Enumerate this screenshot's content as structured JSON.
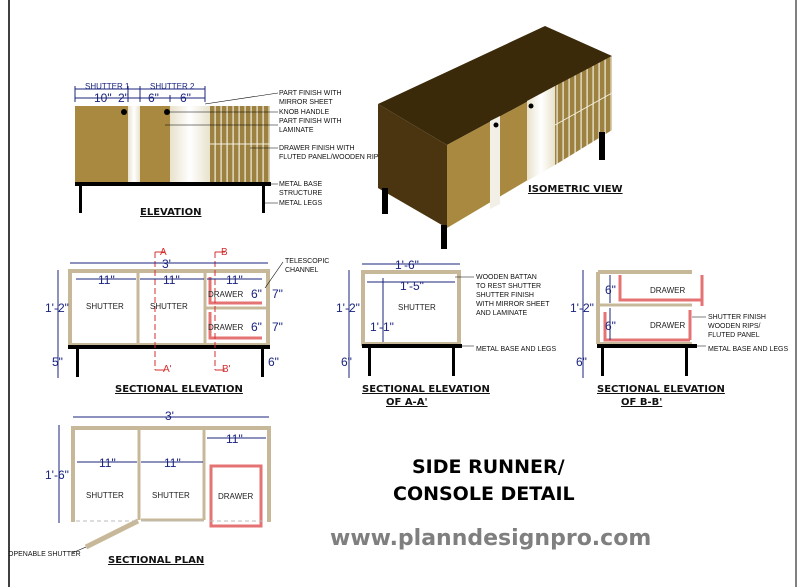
{
  "colors": {
    "laminate": "#a8893f",
    "mirror": "#f2efe6",
    "fluted": "#9c8140",
    "iso_top": "#3b2a0a",
    "iso_side": "#4a3510",
    "metal": "#000000",
    "dimension": "#1a237e",
    "section_line": "#d32f2f",
    "drawer": "#e57373"
  },
  "watermark": "www.planndesignpro.com",
  "elevation": {
    "title": "ELEVATION",
    "dims": {
      "shutter1": "SHUTTER 1",
      "shutter2": "SHUTTER 2",
      "d1": "10\"",
      "d2": "2\"",
      "d3": "6\"",
      "d4": "6\""
    },
    "notes": [
      "PART FINISH WITH",
      "MIRROR SHEET",
      "KNOB HANDLE",
      "PART FINISH WITH",
      "LAMINATE",
      "DRAWER FINISH WITH",
      "FLUTED PANEL/WOODEN RIPS",
      "METAL BASE",
      "STRUCTURE",
      "METAL LEGS"
    ]
  },
  "isometric": {
    "title": "ISOMETRIC VIEW"
  },
  "sectional_elevation": {
    "title": "SECTIONAL ELEVATION",
    "overall_width": "3'",
    "height": "1'-2\"",
    "base_left": "5\"",
    "base_right": "6\"",
    "bay_widths": [
      "11\"",
      "11\"",
      "11\""
    ],
    "labels": [
      "SHUTTER",
      "SHUTTER",
      "DRAWER",
      "DRAWER"
    ],
    "drawer_dims": [
      "6\"",
      "7\"",
      "6\"",
      "7\""
    ],
    "section_marks": [
      "A",
      "A'",
      "B",
      "B'"
    ],
    "notes": [
      "TELESCOPIC",
      "CHANNEL"
    ]
  },
  "section_aa": {
    "title": [
      "SECTIONAL ELEVATION",
      "OF A-A'"
    ],
    "depth": "1'-6\"",
    "inner_depth": "1'-5\"",
    "height": "1'-2\"",
    "inner_height": "1'-1\"",
    "base": "6\"",
    "label": "SHUTTER",
    "notes": [
      "WOODEN BATTAN",
      "TO REST SHUTTER",
      "SHUTTER FINISH",
      "WITH MIRROR SHEET",
      "AND LAMINATE",
      "METAL BASE AND LEGS"
    ]
  },
  "section_bb": {
    "title": [
      "SECTIONAL ELEVATION",
      "OF B-B'"
    ],
    "height": "1'-2\"",
    "drawer_heights": [
      "6\"",
      "6\""
    ],
    "base": "6\"",
    "labels": [
      "DRAWER",
      "DRAWER"
    ],
    "notes": [
      "SHUTTER FINISH",
      "WOODEN RIPS/",
      "FLUTED PANEL",
      "METAL BASE AND LEGS"
    ]
  },
  "sectional_plan": {
    "title": "SECTIONAL PLAN",
    "overall_width": "3'",
    "depth": "1'-6\"",
    "bay_widths": [
      "11\"",
      "11\"",
      "11\""
    ],
    "labels": [
      "SHUTTER",
      "SHUTTER",
      "DRAWER"
    ],
    "notes": [
      "OPENABLE SHUTTER"
    ]
  },
  "main_title": [
    "SIDE RUNNER/",
    "CONSOLE DETAIL"
  ]
}
